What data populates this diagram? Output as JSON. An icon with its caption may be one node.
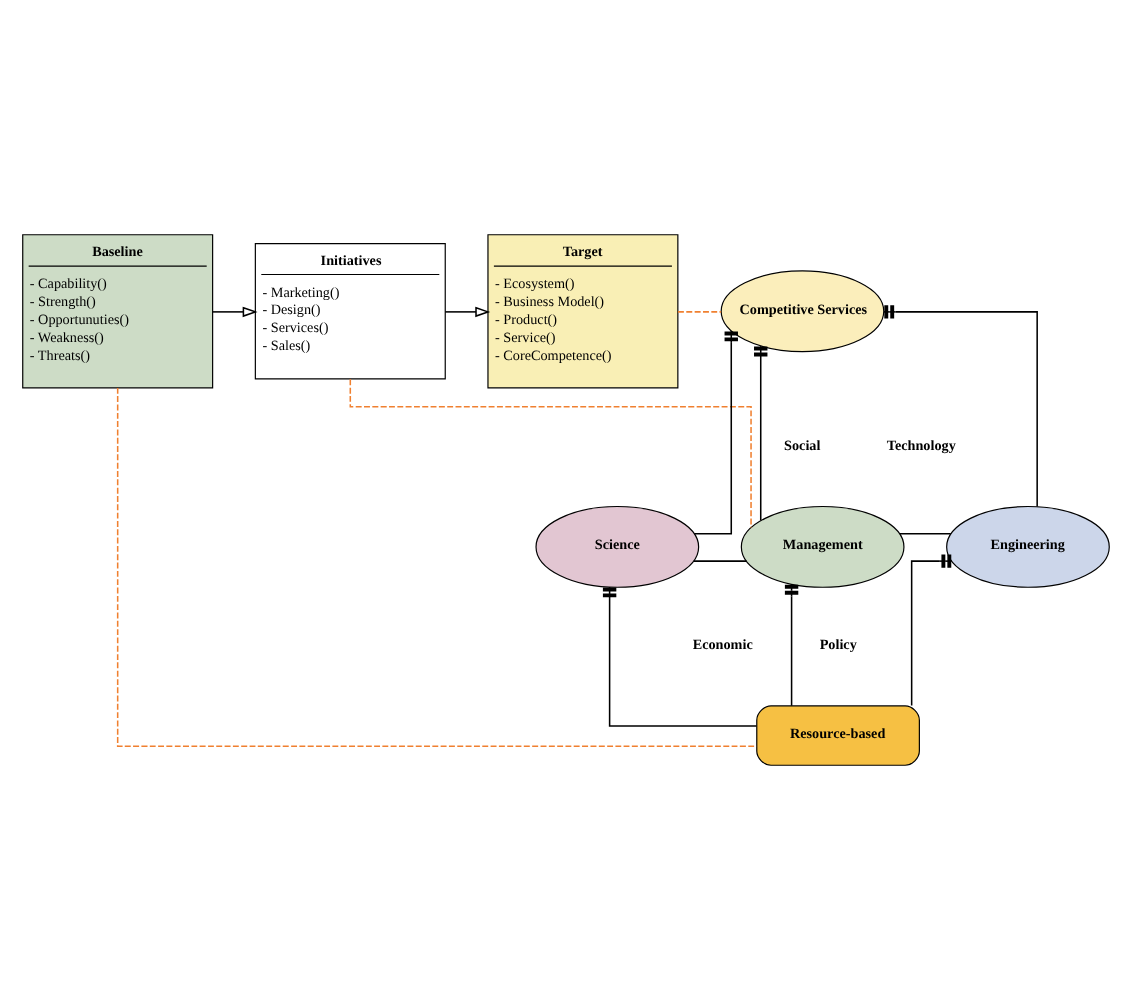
{
  "diagram": {
    "nodes": [
      {
        "text": [
          "Baseline",
          "- Capability()",
          "- Strength()",
          "- Opportunuties()",
          "- Weakness()",
          "- Threats()"
        ]
      },
      {
        "text": [
          "Initiatives",
          "- Marketing()",
          "- Design()",
          "- Services()",
          "- Sales()"
        ]
      },
      {
        "text": [
          "Target",
          "- Ecosystem()",
          "- Business Model()",
          "- Product()",
          "- Service()",
          "- CoreCompetence()"
        ]
      },
      {
        "text": [
          "Competitive Services"
        ]
      },
      {
        "text": [
          "Science"
        ]
      },
      {
        "text": [
          "Management"
        ]
      },
      {
        "text": [
          "Engineering"
        ]
      },
      {
        "text": [
          "Resource-based"
        ]
      }
    ],
    "edges": [
      {
        "from": 0,
        "to": 1,
        "arrow": "to"
      },
      {
        "from": 1,
        "to": 2,
        "arrow": "to"
      },
      {
        "from": 4,
        "to": 3,
        "arrow": "other"
      },
      {
        "from": 5,
        "to": 3,
        "arrow": "other"
      },
      {
        "from": 6,
        "to": 3,
        "arrow": "other"
      },
      {
        "from": 4,
        "to": 5,
        "arrow": "none"
      },
      {
        "from": 5,
        "to": 6,
        "arrow": "none"
      },
      {
        "from": 7,
        "to": 4,
        "arrow": "other"
      },
      {
        "from": 7,
        "to": 5,
        "arrow": "other"
      },
      {
        "from": 7,
        "to": 6,
        "arrow": "other"
      },
      {
        "from": 0,
        "to": 7,
        "arrow": "none",
        "style": "dashed",
        "color": "#f08030"
      },
      {
        "from": 1,
        "to": 5,
        "arrow": "none",
        "style": "dashed",
        "color": "#f08030"
      },
      {
        "from": 2,
        "to": 3,
        "arrow": "none",
        "style": "dashed",
        "color": "#f08030"
      }
    ],
    "labels": [
      "Social",
      "Technology",
      "Economic",
      "Policy"
    ]
  }
}
